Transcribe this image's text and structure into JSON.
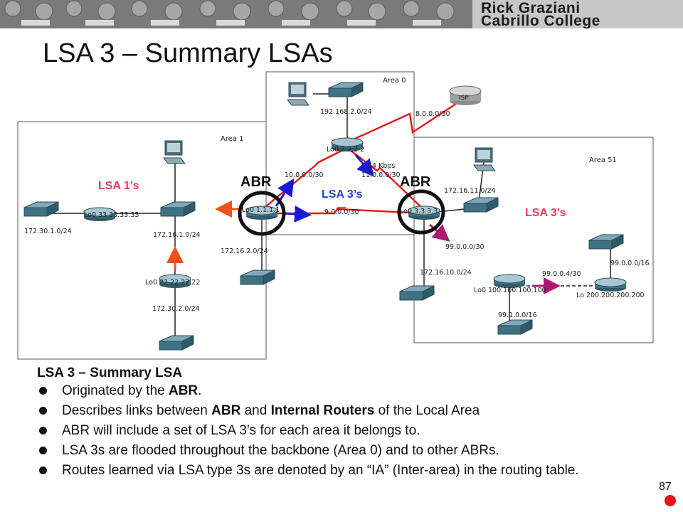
{
  "banner": {
    "author": "Rick Graziani",
    "school": "Cabrillo College"
  },
  "slide": {
    "title": "LSA 3 – Summary LSAs",
    "page_number": "87"
  },
  "diagram": {
    "areas": {
      "area0": "Area 0",
      "area1": "Area 1",
      "area51": "Area 51"
    },
    "isp_label": "ISP",
    "callouts": {
      "abr_left": "ABR",
      "abr_right": "ABR",
      "lsa1_area1": "LSA 1’s",
      "lsa3_area0": "LSA 3’s",
      "lsa3_area51": "LSA 3’s"
    },
    "networks": {
      "n192": "192.168.2.0/24",
      "n8": "8.0.0.0/30",
      "n10": "10.0.0.0/30",
      "n11": "11.0.0.0/30",
      "n9": "9.0.0.0/30",
      "n172_30_1": "172.30.1.0/24",
      "n172_16_1": "172.16.1.0/24",
      "n172_16_2": "172.16.2.0/24",
      "n172_30_2": "172.30.2.0/24",
      "n172_16_11": "172.16.11.0/24",
      "n99_0_0_0_30": "99.0.0.0/30",
      "n172_16_10": "172.16.10.0/24",
      "n99_0_0_4": "99.0.0.4/30",
      "n99_0_0_0_16": "99.0.0.0/16",
      "n99_1": "99.1.0.0/16",
      "bw": "64 Kbps"
    },
    "loopbacks": {
      "r2": "Lo0 2.2.2.2",
      "r1": "Lo0 1.1.1.1",
      "r3": "Lo0 3.3.3.3",
      "r33": "Lo0 33.33.33.33",
      "r22": "Lo0 22.22.22.22",
      "r100": "Lo0 100.100.100.100",
      "r200": "Lo 200.200.200.200"
    },
    "colors": {
      "red_link": "#e01818",
      "blue_arrow": "#1a1ad6",
      "orange_arrow": "#f0501a",
      "magenta_arrow": "#b0186e",
      "lsa_red": "#e53a5a",
      "lsa_blue": "#1f3fd0"
    }
  },
  "content": {
    "heading": "LSA 3 – Summary LSA",
    "bullets": [
      {
        "parts": [
          "Originated by the ",
          "ABR",
          "."
        ]
      },
      {
        "parts": [
          "Describes links between ",
          "ABR",
          " and ",
          "Internal Routers",
          " of the Local Area"
        ]
      },
      {
        "parts": [
          "ABR will include a set of LSA 3’s for each area it belongs to."
        ]
      },
      {
        "parts": [
          "LSA 3s are flooded throughout the backbone (Area 0) and to other ABRs."
        ]
      },
      {
        "parts": [
          "Routes learned via LSA type 3s  are denoted by an “IA” (Inter-area) in the routing table."
        ]
      }
    ]
  }
}
